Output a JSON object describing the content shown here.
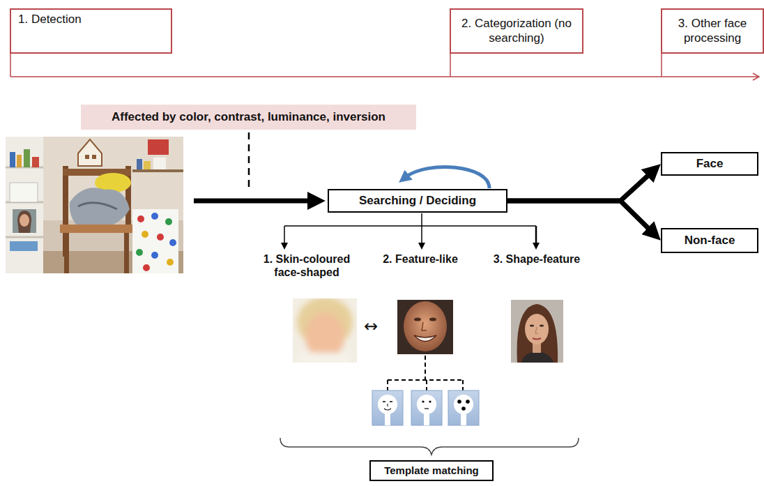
{
  "diagram": {
    "nodes": [
      {
        "text": [
          "1. Detection"
        ]
      },
      {
        "text": [
          "2. Categorization (no searching)"
        ]
      },
      {
        "text": [
          "3. Other face processing"
        ]
      },
      {
        "text": [
          "Affected by color, contrast, luminance, inversion"
        ]
      },
      {
        "text": [
          "Searching / Deciding"
        ]
      },
      {
        "text": [
          "Face"
        ]
      },
      {
        "text": [
          "Non-face"
        ]
      },
      {
        "text": [
          "Template matching"
        ]
      }
    ],
    "edges": [
      {
        "from": 4,
        "to": 5,
        "arrow": "to"
      },
      {
        "from": 4,
        "to": 6,
        "arrow": "to"
      }
    ],
    "labels": [
      "1. Skin-coloured face-shaped",
      "2. Feature-like",
      "3. Shape-feature",
      "↔"
    ]
  }
}
